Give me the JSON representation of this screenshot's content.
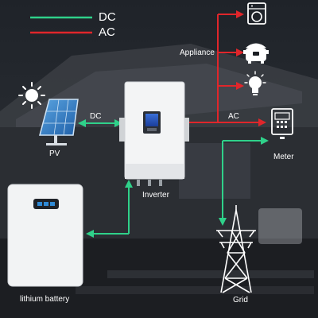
{
  "legend": {
    "dc_label": "DC",
    "ac_label": "AC",
    "dc_color": "#2fd18a",
    "ac_color": "#e0262b"
  },
  "labels": {
    "pv": "PV",
    "dc_flow": "DC",
    "inverter": "Inverter",
    "appliance": "Appliance",
    "ac_flow": "AC",
    "meter": "Meter",
    "battery": "lithium battery",
    "grid": "Grid"
  },
  "icons": {
    "sun": "sun-icon",
    "solar_panel": "solar-panel-icon",
    "inverter": "inverter-icon",
    "washing_machine": "washing-machine-icon",
    "rice_cooker": "rice-cooker-icon",
    "light_bulb": "light-bulb-icon",
    "meter": "meter-icon",
    "battery": "battery-icon",
    "pylon": "transmission-tower-icon"
  }
}
